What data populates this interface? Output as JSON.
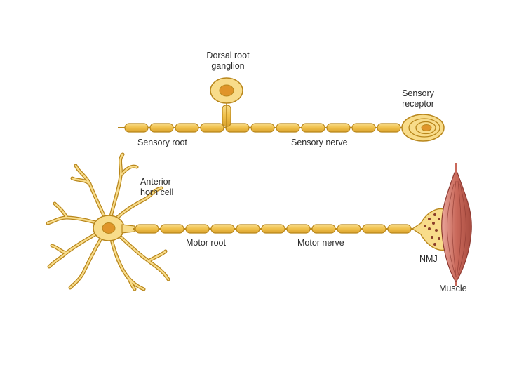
{
  "labels": {
    "dorsal_root_ganglion": "Dorsal root ganglion",
    "sensory_receptor": "Sensory receptor",
    "sensory_root": "Sensory root",
    "sensory_nerve": "Sensory nerve",
    "anterior_horn_cell": "Anterior horn cell",
    "motor_root": "Motor root",
    "motor_nerve": "Motor nerve",
    "nmj": "NMJ",
    "muscle": "Muscle"
  },
  "colors": {
    "myelin_fill": "#f0c04a",
    "myelin_highlight": "#f8dc8a",
    "outline": "#b8861b",
    "nucleus": "#e0952a",
    "muscle": "#c9685a",
    "muscle_striation": "#8e3a32",
    "synapse_dots": "#8a3d2a"
  }
}
